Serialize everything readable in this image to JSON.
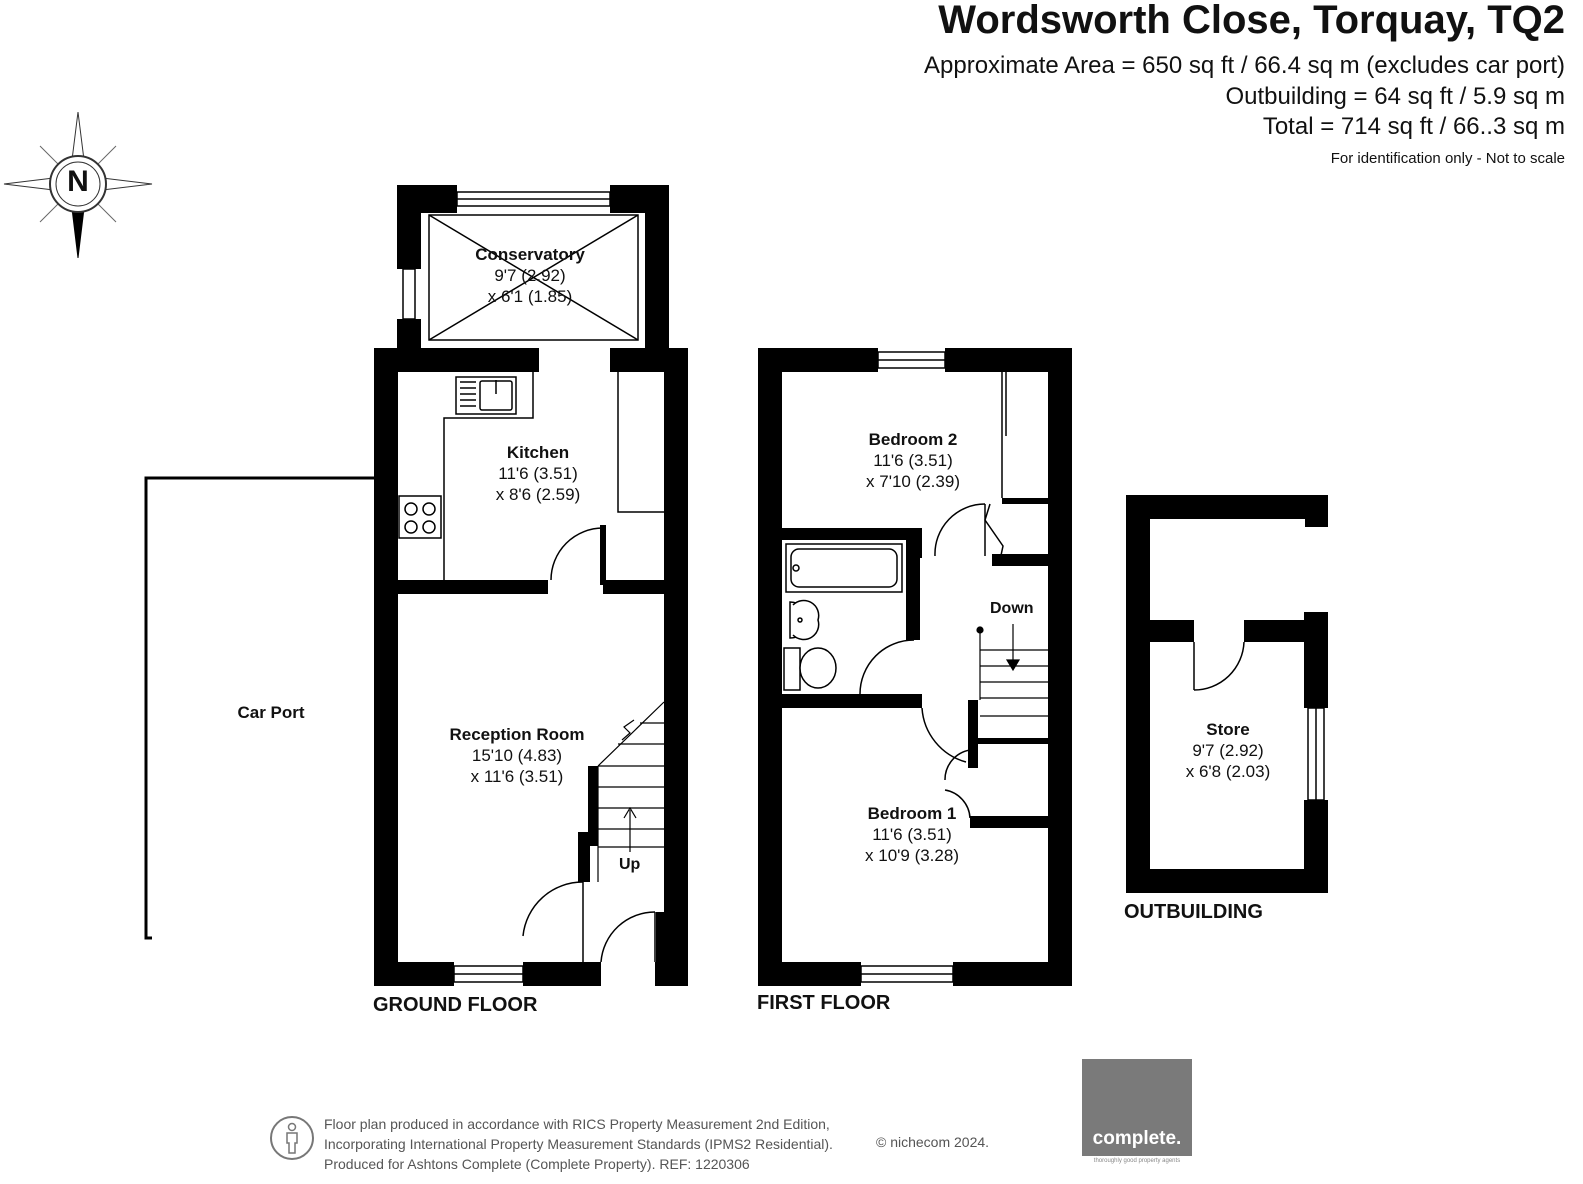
{
  "header": {
    "title": "Wordsworth Close, Torquay, TQ2",
    "area_line": "Approximate Area = 650 sq ft / 66.4 sq m (excludes car port)",
    "outbuilding_line": "Outbuilding = 64 sq ft / 5.9 sq m",
    "total_line": "Total = 714 sq ft / 66..3 sq m",
    "disclaimer": "For identification only - Not to scale"
  },
  "compass": {
    "letter": "N",
    "icon": "compass-rose-icon"
  },
  "rooms": {
    "conservatory": {
      "name": "Conservatory",
      "dim1": "9'7 (2.92)",
      "dim2": "x 6'1 (1.85)"
    },
    "kitchen": {
      "name": "Kitchen",
      "dim1": "11'6 (3.51)",
      "dim2": "x 8'6 (2.59)"
    },
    "reception": {
      "name": "Reception Room",
      "dim1": "15'10 (4.83)",
      "dim2": "x 11'6 (3.51)"
    },
    "bedroom2": {
      "name": "Bedroom 2",
      "dim1": "11'6 (3.51)",
      "dim2": "x 7'10 (2.39)"
    },
    "bedroom1": {
      "name": "Bedroom 1",
      "dim1": "11'6 (3.51)",
      "dim2": "x 10'9 (3.28)"
    },
    "store": {
      "name": "Store",
      "dim1": "9'7 (2.92)",
      "dim2": "x 6'8 (2.03)"
    },
    "carport": {
      "name": "Car Port"
    }
  },
  "stairs": {
    "up": "Up",
    "down": "Down"
  },
  "floors": {
    "ground": "GROUND FLOOR",
    "first": "FIRST FLOOR",
    "outbuilding": "OUTBUILDING"
  },
  "footer": {
    "line1": "Floor plan produced in accordance with RICS Property Measurement 2nd Edition,",
    "line2": "Incorporating International Property Measurement Standards (IPMS2 Residential).",
    "line3": "Produced for Ashtons Complete (Complete Property).   REF: 1220306",
    "copyright": "© nichecom 2024.",
    "logo_text": "complete.",
    "logo_tagline": "thoroughly good property agents"
  },
  "colors": {
    "wall": "#000000",
    "logo_bg": "#7a7a7a"
  }
}
